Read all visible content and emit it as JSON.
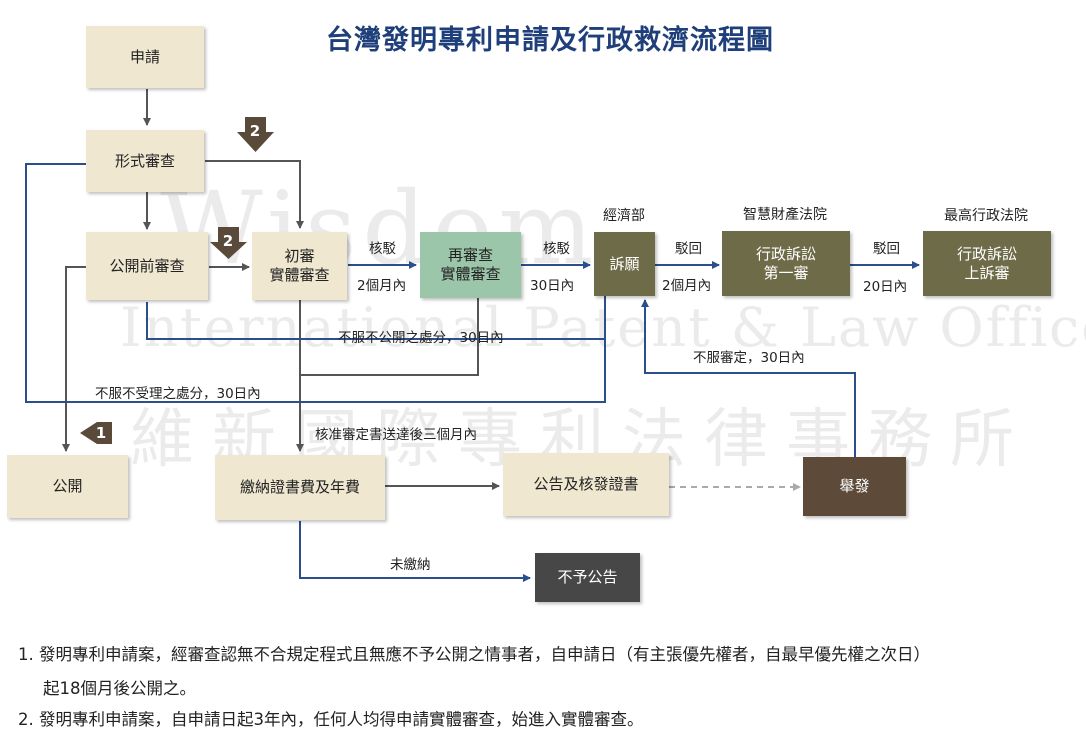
{
  "title": "台灣發明專利申請及行政救濟流程圖",
  "watermark": {
    "en_name": "Wisdom",
    "en_sub": "International Patent & Law Office",
    "zh": "維新國際專利法律事務所"
  },
  "boxes": {
    "apply": "申請",
    "formal_review": "形式審查",
    "pre_publication_review": "公開前審查",
    "initial_review_line1": "初審",
    "initial_review_line2": "實體審查",
    "re_review_line1": "再審查",
    "re_review_line2": "實體審查",
    "petition": "訴願",
    "admin_first_line1": "行政訴訟",
    "admin_first_line2": "第一審",
    "admin_appeal_line1": "行政訴訟",
    "admin_appeal_line2": "上訴審",
    "publication": "公開",
    "pay_fees": "繳納證書費及年費",
    "announce_issue": "公告及核發證書",
    "invalidation": "舉發",
    "not_announced": "不予公告"
  },
  "orgs": {
    "moea": "經濟部",
    "ip_court": "智慧財產法院",
    "supreme_admin_court": "最高行政法院"
  },
  "labels": {
    "reject1": "核駁",
    "term1": "2個月內",
    "reject2": "核駁",
    "term2": "30日內",
    "dismiss1": "駁回",
    "term3": "2個月內",
    "dismiss2": "駁回",
    "term4": "20日內",
    "no_publish_disposition": "不服不公開之處分，30日內",
    "no_accept_disposition": "不服不受理之處分，30日內",
    "invalidation_appeal": "不服審定，30日內",
    "approval_delivery": "核准審定書送達後三個月內",
    "unpaid": "未繳納"
  },
  "badges": [
    "2",
    "2",
    "1"
  ],
  "notes": [
    {
      "num": "1.",
      "text": "發明專利申請案，經審查認無不合規定程式且無應不予公開之情事者，自申請日（有主張優先權者，自最早優先權之次日）",
      "cont": "起18個月後公開之。"
    },
    {
      "num": "2.",
      "text": "發明專利申請案，自申請日起3年內，任何人均得申請實體審查，始進入實體審查。"
    }
  ],
  "colors": {
    "title": "#1f3f7a",
    "blue_line": "#2b4e8c",
    "grey_line": "#555555",
    "cream": "#efe7d0",
    "green": "#9cc6a9",
    "olive": "#6e6b49",
    "brown": "#5d4a39",
    "dark_grey": "#474747"
  }
}
